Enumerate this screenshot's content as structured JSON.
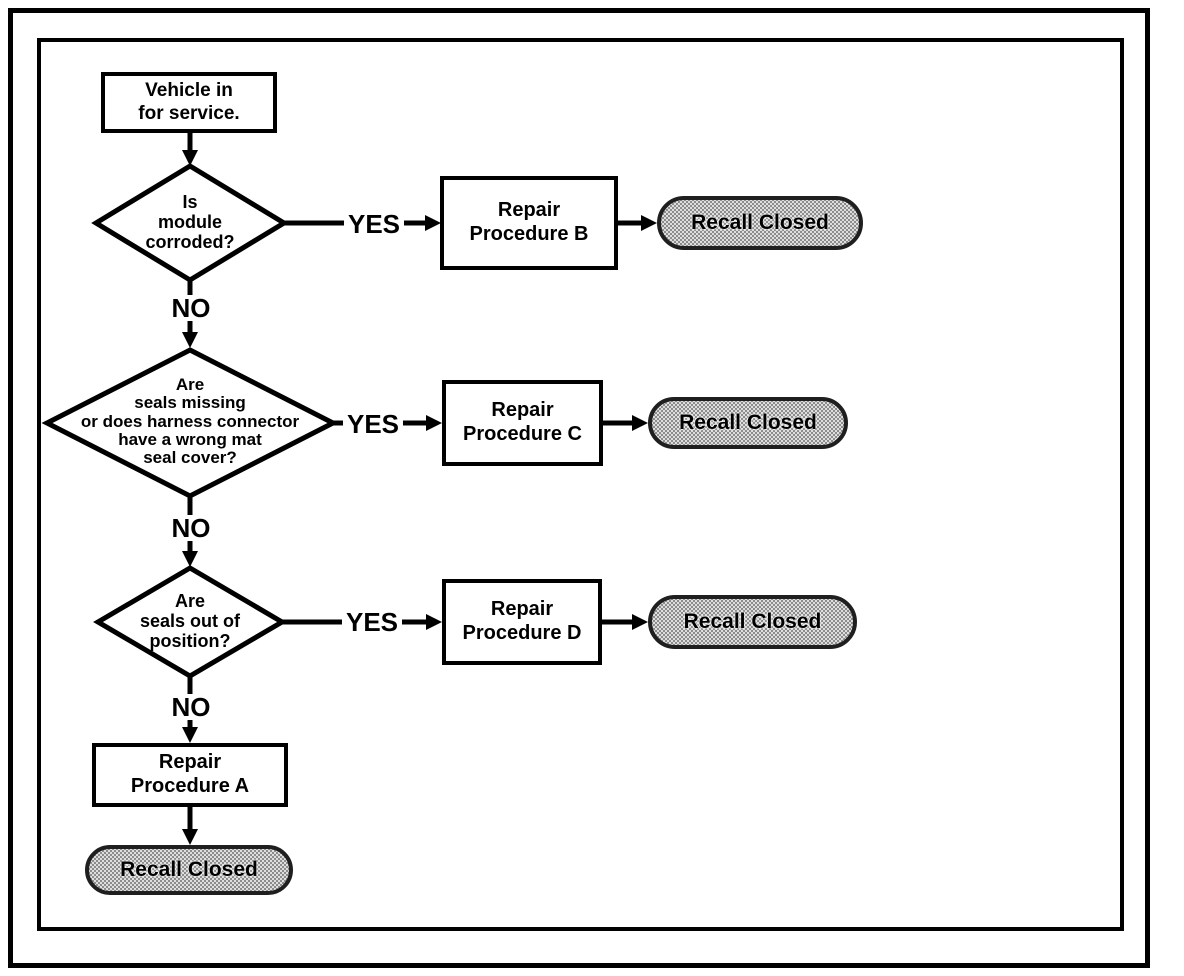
{
  "flowchart": {
    "start_label": "Vehicle in\nfor service.",
    "decisions": [
      {
        "question": "Is\nmodule\ncorroded?",
        "yes_label": "YES",
        "no_label": "NO",
        "action_label": "Repair\nProcedure B",
        "result_label": "Recall Closed"
      },
      {
        "question": "Are\nseals missing\nor does harness connector\nhave a wrong mat\nseal cover?",
        "yes_label": "YES",
        "no_label": "NO",
        "action_label": "Repair\nProcedure C",
        "result_label": "Recall Closed"
      },
      {
        "question": "Are\nseals out of\nposition?",
        "yes_label": "YES",
        "no_label": "NO",
        "action_label": "Repair\nProcedure D",
        "result_label": "Recall Closed"
      }
    ],
    "fallback_action_label": "Repair\nProcedure A",
    "fallback_result_label": "Recall Closed",
    "colors": {
      "line": "#000000",
      "box_background": "#ffffff",
      "terminal_fill": "#d9d9d9",
      "terminal_dot": "#8c8c8c",
      "terminal_border": "#1f1f1f"
    }
  }
}
